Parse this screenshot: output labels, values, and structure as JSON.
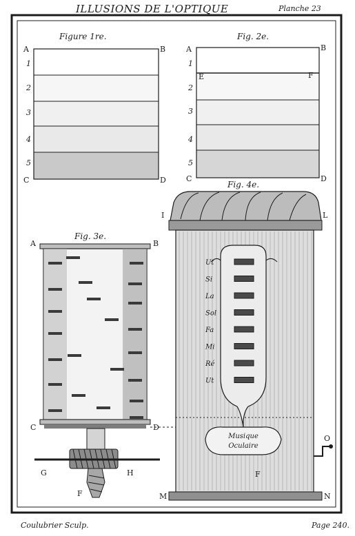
{
  "header": {
    "title": "ILLUSIONS DE L'OPTIQUE",
    "plate": "Planche 23"
  },
  "footer": {
    "engraver": "Coulubrier Sculp.",
    "page": "Page 240."
  },
  "fig1": {
    "caption": "Figure 1re.",
    "corners": [
      "A",
      "B",
      "C",
      "D"
    ],
    "bands": [
      "1",
      "2",
      "3",
      "4",
      "5"
    ]
  },
  "fig2": {
    "caption": "Fig. 2e.",
    "corners": [
      "A",
      "B",
      "C",
      "D"
    ],
    "bands": [
      "1",
      "2",
      "3",
      "4",
      "5"
    ],
    "line_labels": [
      "E",
      "F"
    ]
  },
  "fig3": {
    "caption": "Fig. 3e.",
    "corners": [
      "A",
      "B",
      "C",
      "D"
    ],
    "gear_labels": [
      "G",
      "H",
      "F"
    ]
  },
  "fig4": {
    "caption": "Fig. 4e.",
    "corners": [
      "I",
      "L",
      "M",
      "N"
    ],
    "side_labels": [
      "O",
      "F"
    ],
    "notes": [
      "Ut",
      "Si",
      "La",
      "Sol",
      "Fa",
      "Mi",
      "Ré",
      "Ut"
    ],
    "cartouche": [
      "Musique",
      "Oculaire"
    ]
  },
  "colors": {
    "ink": "#1c1c1c",
    "paper": "#ffffff",
    "wash_light": "#f0f0f0",
    "wash_mid": "#e4e4e4",
    "wash_dark": "#c9c9c9"
  }
}
